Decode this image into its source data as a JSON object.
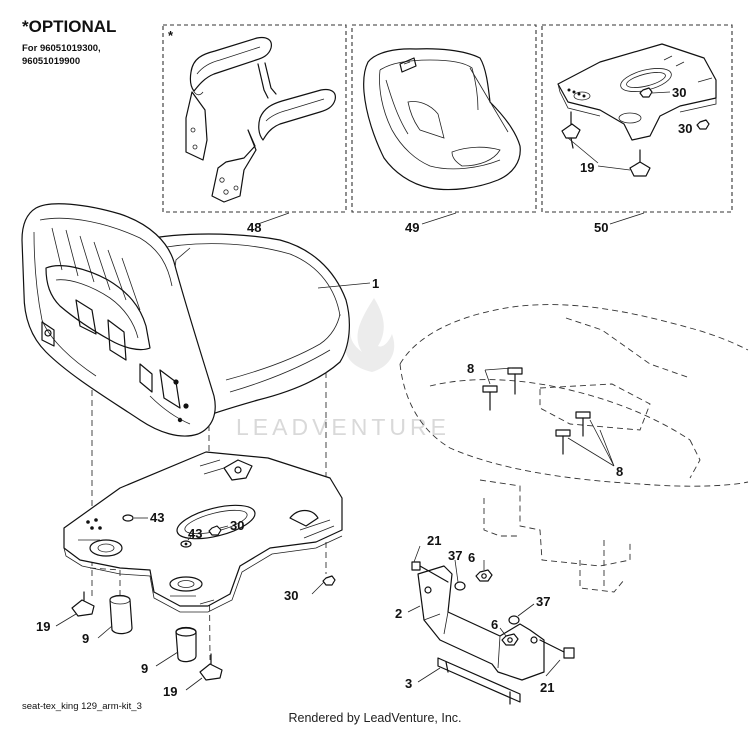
{
  "header": {
    "title": "*OPTIONAL",
    "note": "For 96051019300,\n96051019900"
  },
  "watermark": {
    "text": "LEADVENTURE"
  },
  "insets": {
    "asterisk": "*",
    "labels": {
      "armrest_kit": "48",
      "seat_cushion": "49",
      "seat_plate": "50",
      "nut": "30",
      "knob": "19"
    }
  },
  "callouts": {
    "seat": "1",
    "bracket": "2",
    "plate": "3",
    "bumper": "9",
    "bolt": "8",
    "knob": "19",
    "screw": "21",
    "nut": "30",
    "washer": "37",
    "locknut": "6",
    "plug": "43"
  },
  "footer": {
    "diagram_id": "seat-tex_king 129_arm-kit_3",
    "rendered_by": "Rendered by LeadVenture, Inc."
  }
}
